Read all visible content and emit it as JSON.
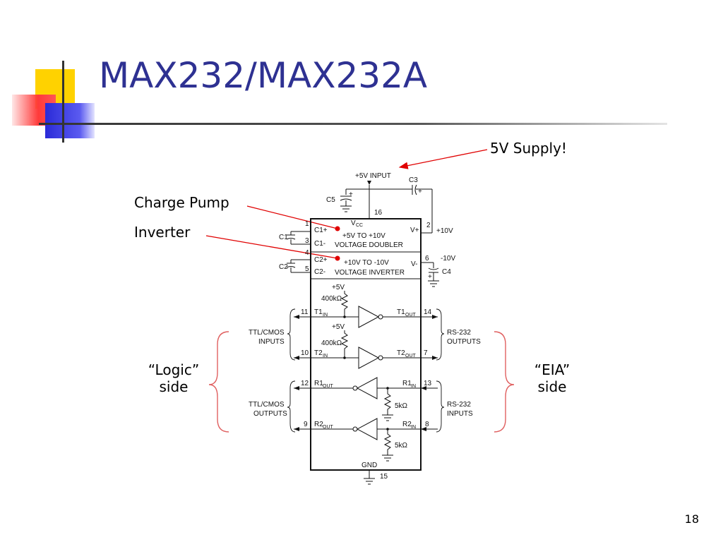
{
  "slide": {
    "title": "MAX232/MAX232A",
    "page_number": "18"
  },
  "annotations": {
    "supply": "5V Supply!",
    "charge_pump": "Charge Pump",
    "inverter": "Inverter",
    "logic_side_line1": "“Logic”",
    "logic_side_line2": "side",
    "eia_side_line1": "“EIA”",
    "eia_side_line2": "side"
  },
  "schematic": {
    "input_label": "+5V INPUT",
    "c3": "C3",
    "c5": "C5",
    "c1": "C1",
    "c2": "C2",
    "c4": "C4",
    "pin16": "16",
    "pin1": "1",
    "pin2": "2",
    "pin3": "3",
    "pin4": "4",
    "pin5": "5",
    "pin6": "6",
    "pin7": "7",
    "pin8": "8",
    "pin9": "9",
    "pin10": "10",
    "pin11": "11",
    "pin12": "12",
    "pin13": "13",
    "pin14": "14",
    "pin15": "15",
    "c1p": "C1+",
    "c1m": "C1-",
    "c2p": "C2+",
    "c2m": "C2-",
    "vcc_v": "V",
    "vcc_sub": "CC",
    "doubler_range": "+5V TO +10V",
    "doubler_name": "VOLTAGE DOUBLER",
    "inverter_range": "+10V TO -10V",
    "inverter_name": "VOLTAGE INVERTER",
    "vplus": "V+",
    "vminus": "V-",
    "plus10": "+10V",
    "minus10": "-10V",
    "pullup_v": "+5V",
    "pullup_r": "400kΩ",
    "pulldown_r": "5kΩ",
    "t1": "T1",
    "t2": "T2",
    "r1": "R1",
    "r2": "R2",
    "sub_in": "IN",
    "sub_out": "OUT",
    "gnd": "GND",
    "ttl_cmos": "TTL/CMOS",
    "inputs": "INPUTS",
    "outputs": "OUTPUTS",
    "rs232": "RS-232",
    "plus_sign": "+"
  },
  "colors": {
    "title": "#2e3192",
    "annotation_line": "#e00000",
    "bracket": "#e06060"
  }
}
